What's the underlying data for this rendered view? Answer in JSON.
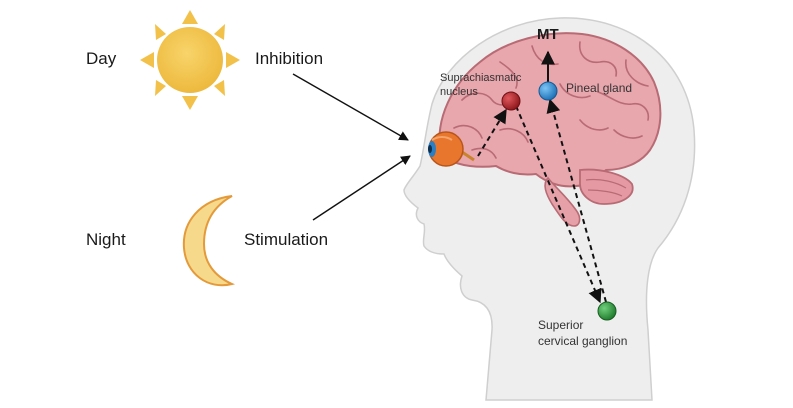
{
  "labels": {
    "day": "Day",
    "night": "Night",
    "inhibition": "Inhibition",
    "stimulation": "Stimulation",
    "mt": "MT",
    "scn_line1": "Suprachiasmatic",
    "scn_line2": "nucleus",
    "pineal": "Pineal gland",
    "scg_line1": "Superior",
    "scg_line2": "cervical ganglion"
  },
  "icons": [
    "sun-icon",
    "moon-icon",
    "eye-icon",
    "brain-icon",
    "head-silhouette-icon"
  ],
  "colors": {
    "sun": "#f2c14a",
    "moon": "#f6d98a",
    "brain": "#e8a6ad",
    "head": "#eeeeee",
    "scn_node": "#b3262b",
    "pineal_node": "#2f8fd8",
    "scg_node": "#2e9a3e",
    "eye": "#e8762c"
  }
}
